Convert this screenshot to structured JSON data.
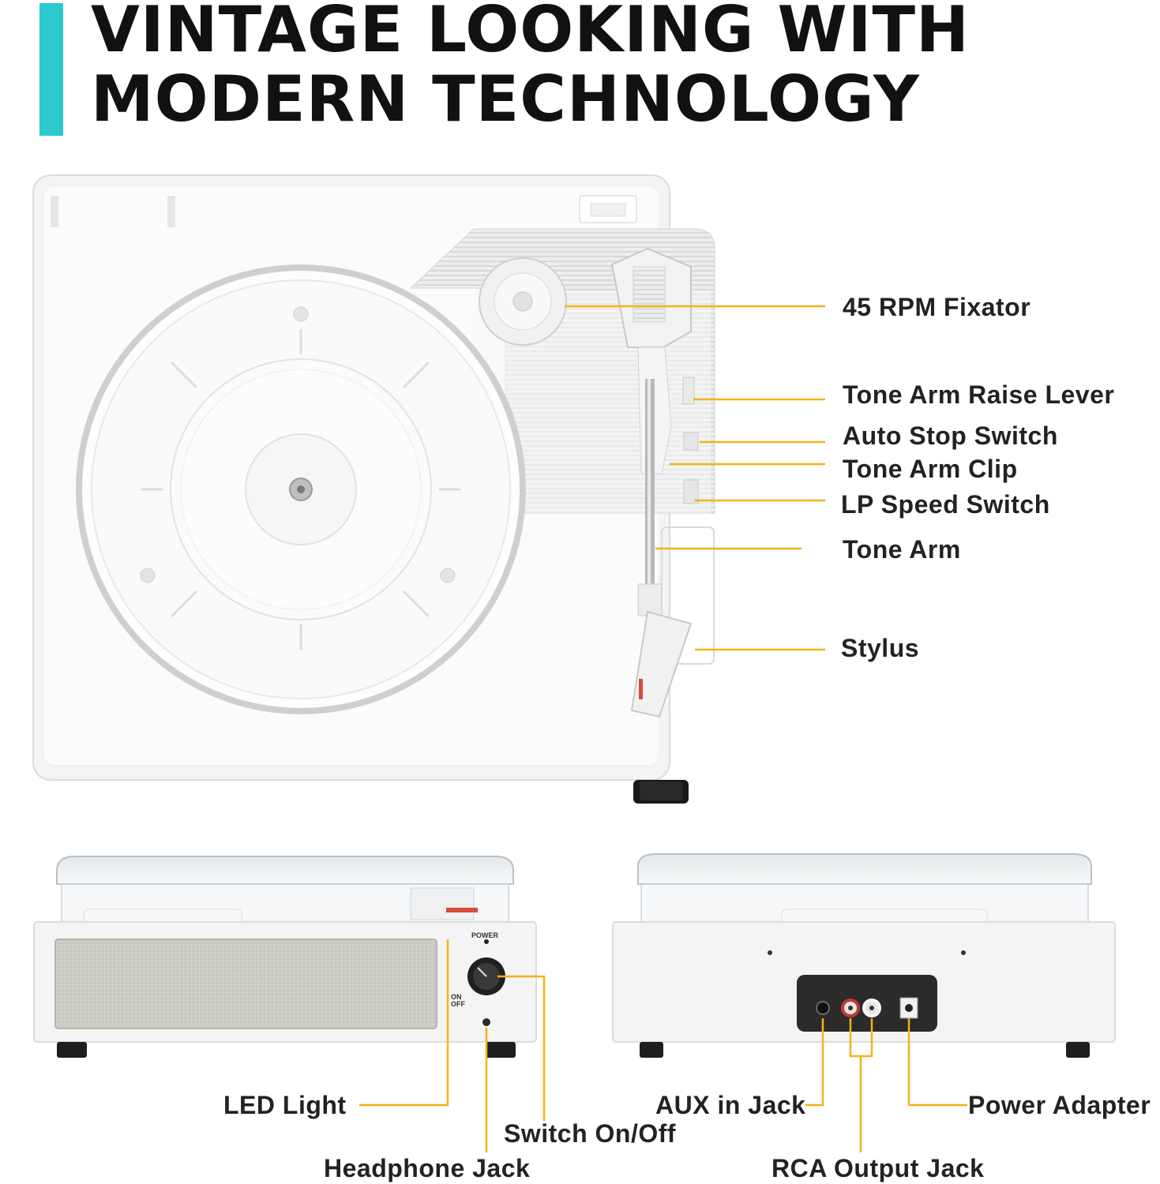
{
  "heading": {
    "line1": "VINTAGE LOOKING WITH",
    "line2": "MODERN TECHNOLOGY"
  },
  "colors": {
    "accent": "#2ec9cf",
    "callout_line": "#f4b21b",
    "text": "#222222"
  },
  "top_view_labels": {
    "fixator": "45 RPM Fixator",
    "raise_lever": "Tone Arm Raise Lever",
    "auto_stop": "Auto Stop Switch",
    "arm_clip": "Tone Arm Clip",
    "speed_switch": "LP Speed Switch",
    "tone_arm": "Tone Arm",
    "stylus": "Stylus"
  },
  "front_view": {
    "power_marking": "POWER",
    "on_marking": "ON",
    "off_marking": "OFF",
    "labels": {
      "led": "LED Light",
      "switch": "Switch On/Off",
      "headphone": "Headphone Jack"
    }
  },
  "back_view": {
    "labels": {
      "aux": "AUX in Jack",
      "power_adapter": "Power Adapter",
      "rca": "RCA Output Jack"
    }
  }
}
